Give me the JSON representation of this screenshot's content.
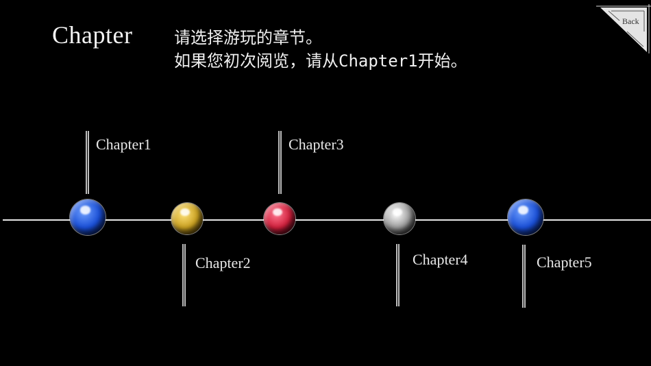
{
  "header": {
    "title": "Chapter",
    "instructions": [
      "请选择游玩的章节。",
      "如果您初次阅览，请从Chapter1开始。"
    ]
  },
  "back_button": {
    "label": "Back",
    "icon": "triangle-corner-icon"
  },
  "timeline": {
    "line_color": "#e8e8e8",
    "chapters": [
      {
        "label": "Chapter1",
        "orb_color": "#1a4fd6",
        "orb_name": "blue-orb"
      },
      {
        "label": "Chapter2",
        "orb_color": "#c9a020",
        "orb_name": "gold-orb"
      },
      {
        "label": "Chapter3",
        "orb_color": "#d0203c",
        "orb_name": "red-orb"
      },
      {
        "label": "Chapter4",
        "orb_color": "#9a9a9a",
        "orb_name": "silver-orb"
      },
      {
        "label": "Chapter5",
        "orb_color": "#1a4fd6",
        "orb_name": "blue-orb"
      }
    ]
  }
}
